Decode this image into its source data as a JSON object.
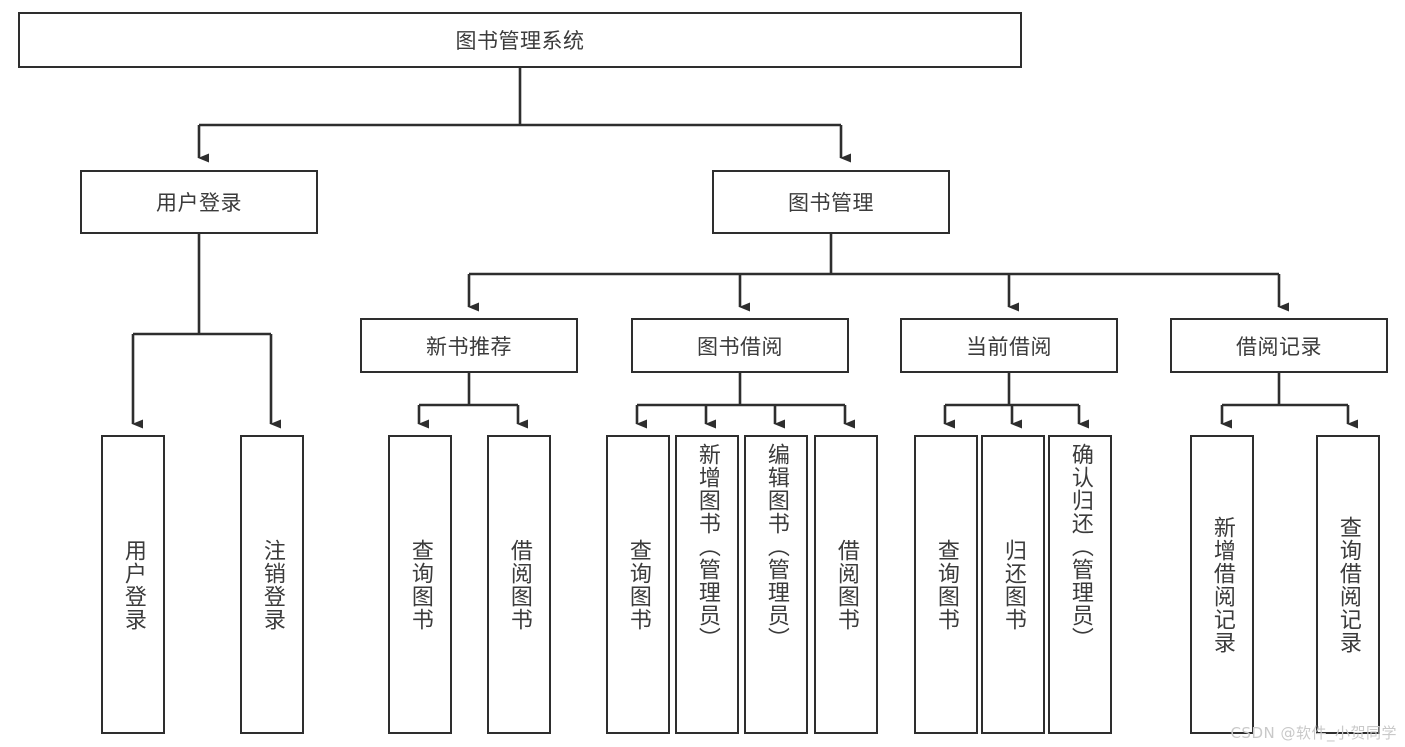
{
  "diagram": {
    "title": "图书管理系统",
    "watermark": "CSDN @软件_小贺同学",
    "stroke_color": "#2e2e2e",
    "text_color": "#3b3b3b",
    "background_color": "#ffffff",
    "root": {
      "label": "图书管理系统"
    },
    "level2": [
      {
        "label": "用户登录"
      },
      {
        "label": "图书管理"
      }
    ],
    "level3": [
      {
        "label": "新书推荐"
      },
      {
        "label": "图书借阅"
      },
      {
        "label": "当前借阅"
      },
      {
        "label": "借阅记录"
      }
    ],
    "leaves": {
      "user_login": [
        {
          "label": "用户登录"
        },
        {
          "label": "注销登录"
        }
      ],
      "new_book_recommend": [
        {
          "label": "查询图书"
        },
        {
          "label": "借阅图书"
        }
      ],
      "book_borrow": [
        {
          "label": "查询图书"
        },
        {
          "label": "新增图书（管理员）"
        },
        {
          "label": "编辑图书（管理员）"
        },
        {
          "label": "借阅图书"
        }
      ],
      "current_borrow": [
        {
          "label": "查询图书"
        },
        {
          "label": "归还图书"
        },
        {
          "label": "确认归还（管理员）"
        }
      ],
      "borrow_record": [
        {
          "label": "新增借阅记录"
        },
        {
          "label": "查询借阅记录"
        }
      ]
    }
  }
}
